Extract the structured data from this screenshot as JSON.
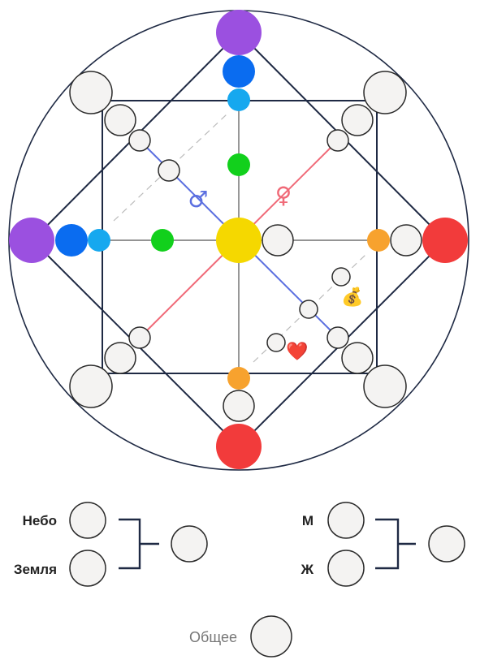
{
  "diagram": {
    "colors": {
      "frame": "#1f2a44",
      "thin_line": "#555555",
      "guide": "#bbbbbb",
      "male_line": "#5b6fe0",
      "female_line": "#f06a78",
      "slot_fill": "#f4f3f2",
      "slot_stroke": "#2a2a2a",
      "violet": "#9b50e0",
      "blue": "#0a6cf0",
      "light_blue": "#16a8ef",
      "green": "#12d01c",
      "yellow": "#f5d800",
      "orange": "#f7a22e",
      "red": "#f23b3b"
    },
    "symbols": {
      "male": "♂",
      "female": "♀",
      "money": "💰",
      "heart": "❤️"
    },
    "icons": [
      "male-symbol-icon",
      "female-symbol-icon",
      "money-bag-icon",
      "heart-icon"
    ]
  },
  "summary": {
    "heaven_label": "Небо",
    "earth_label": "Земля",
    "male_label": "М",
    "female_label": "Ж",
    "common_label": "Общее"
  }
}
